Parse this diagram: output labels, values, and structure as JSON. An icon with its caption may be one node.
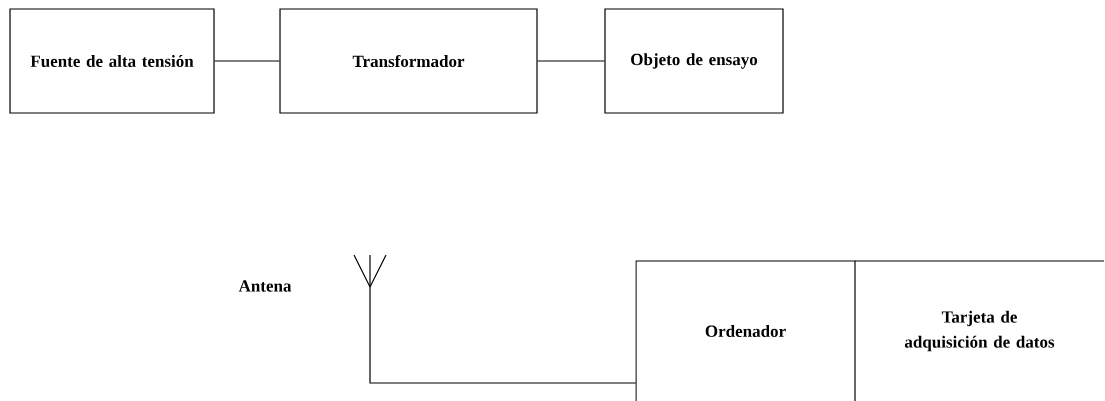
{
  "diagram": {
    "nodes": [
      {
        "text": [
          "Fuente de alta tensión"
        ]
      },
      {
        "text": [
          "Transformador"
        ]
      },
      {
        "text": [
          "Objeto de ensayo"
        ]
      },
      {
        "text": [],
        "shape": "antenna",
        "beside": [
          "Antena"
        ]
      },
      {
        "text": [
          "Ordenador"
        ]
      },
      {
        "text": [
          "Tarjeta de adquisición de datos"
        ]
      }
    ],
    "edges": [
      {
        "from": 0,
        "to": 1,
        "arrow": "none"
      },
      {
        "from": 1,
        "to": 2,
        "arrow": "none"
      },
      {
        "from": 3,
        "to": 4,
        "arrow": "none"
      }
    ]
  }
}
